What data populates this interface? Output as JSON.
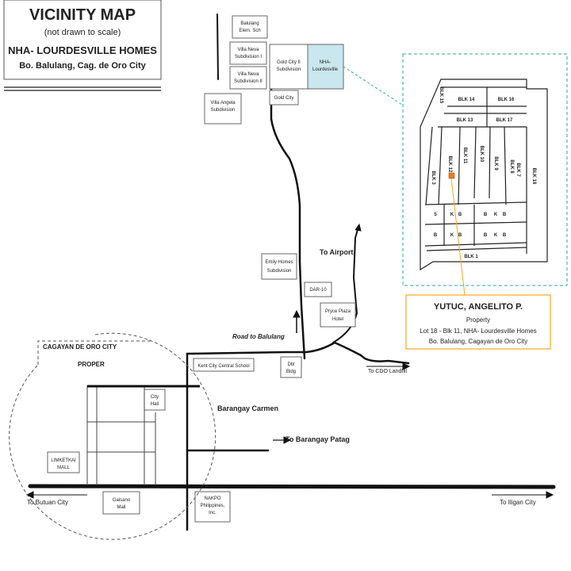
{
  "title_box": {
    "title": "VICINITY MAP",
    "note": "(not drawn to scale)",
    "project": "NHA- LOURDESVILLE HOMES",
    "location": "Bo. Balulang, Cag. de Oro City"
  },
  "colors": {
    "project_text": "#b8860b",
    "lourdesville_fill": "#c9e7ee",
    "inset_border": "#2aa6a6",
    "block_label": "#1e8a8a",
    "property_box_border": "#f5a623",
    "property_marker": "#f07f1a",
    "road": "#111111"
  },
  "landmarks": {
    "balulang_elem": [
      "Balulang",
      "Elem. Sch"
    ],
    "villa_neva_1": [
      "Villa Neva",
      "Subdivision I"
    ],
    "villa_neva_2": [
      "Villa Neva",
      "Subdivision II"
    ],
    "gold_city_2": [
      "Gold City II",
      "Subdivision"
    ],
    "nha_lourdesville": [
      "NHA-",
      "Lourdesville"
    ],
    "gold_city": "Gold City",
    "villa_angela": [
      "Villa Angela",
      "Subdivision"
    ],
    "emily_homes": [
      "Emily Homes",
      "Subdivision"
    ],
    "dar_10": "DAR-10",
    "pryce_plaza": [
      "Pryce Plaza",
      "Hotel"
    ],
    "kent_city_school": "Kent City Central School",
    "dbl_bldg": [
      "Dbl",
      "Bldg"
    ],
    "city_hall": [
      "City",
      "Hall"
    ],
    "limketkai": [
      "LIMKETKAI",
      "MALL"
    ],
    "gaisano": [
      "Gaisano",
      "Mall"
    ],
    "nakpo": [
      "NAKPO",
      "Philippines,",
      "Inc."
    ]
  },
  "labels": {
    "to_airport": "To Airport",
    "road_to_balulang": "Road to Balulang",
    "to_cdo_landfill": "To CDO Landfill",
    "cdo_proper": [
      "CAGAYAN DE ORO CITY",
      "PROPER"
    ],
    "brgy_carmen": "Barangay Carmen",
    "to_brgy_patag": "To  Barangay  Patag",
    "to_butuan": "To Butuan City",
    "to_iligan": "To Iligan City"
  },
  "inset": {
    "blocks_top": [
      "BLK 14",
      "BLK 16",
      "BLK 13",
      "BLK 17"
    ],
    "blocks_vertical": [
      "BLK 3",
      "BLK 12",
      "BLK 11",
      "BLK 10",
      "BLK 9",
      "BLK 8",
      "BLK 7",
      "BLK 18",
      "BLK 15"
    ],
    "blocks_small": [
      "5",
      "K",
      "B",
      "B",
      "K",
      "B",
      "B",
      "K",
      "B",
      "B",
      "K",
      "B"
    ],
    "block_bottom": "BLK 1"
  },
  "property": {
    "owner": "YUTUC, ANGELITO P.",
    "type": "Property",
    "lot": "Lot 18 - Blk 11, NHA- Lourdesville Homes",
    "address": "Bo. Balulang, Cagayan de Oro City"
  }
}
